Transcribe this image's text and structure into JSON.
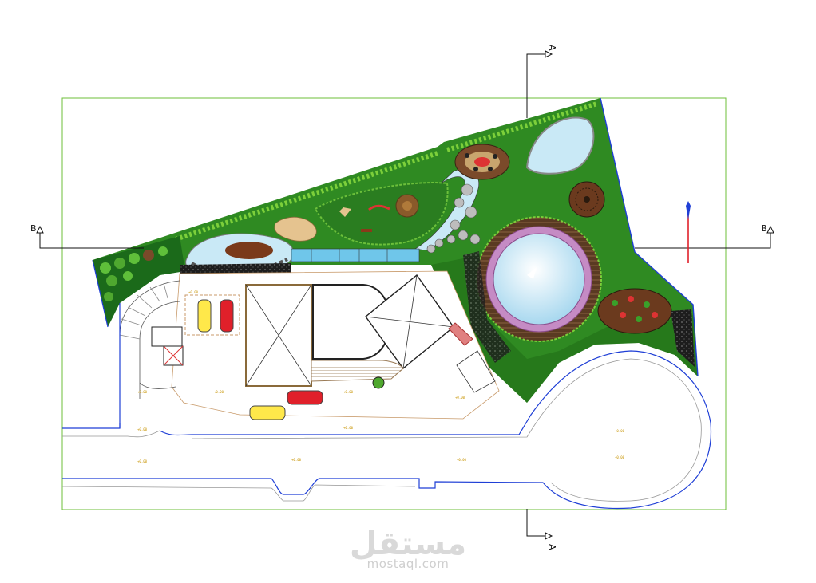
{
  "section_markers": {
    "a_top": "A",
    "a_bottom": "A",
    "b_left": "B",
    "b_right": "B"
  },
  "watermark": {
    "arabic": "مستقل",
    "latin": "mostaql.com"
  },
  "colors": {
    "site_border": "#6cbf3a",
    "lawn": "#2f8a22",
    "lawn_dark": "#1f6b16",
    "water": "#c9e9f6",
    "pool_ring": "#c58bc4",
    "road_line": "#1f3fd6",
    "hedge": "#4caf2a",
    "deck": "#6b4a2c",
    "north_arrow": "#e0202a"
  },
  "icons": {
    "north_arrow": "north-arrow-icon",
    "section_arrow": "section-arrow-icon"
  }
}
